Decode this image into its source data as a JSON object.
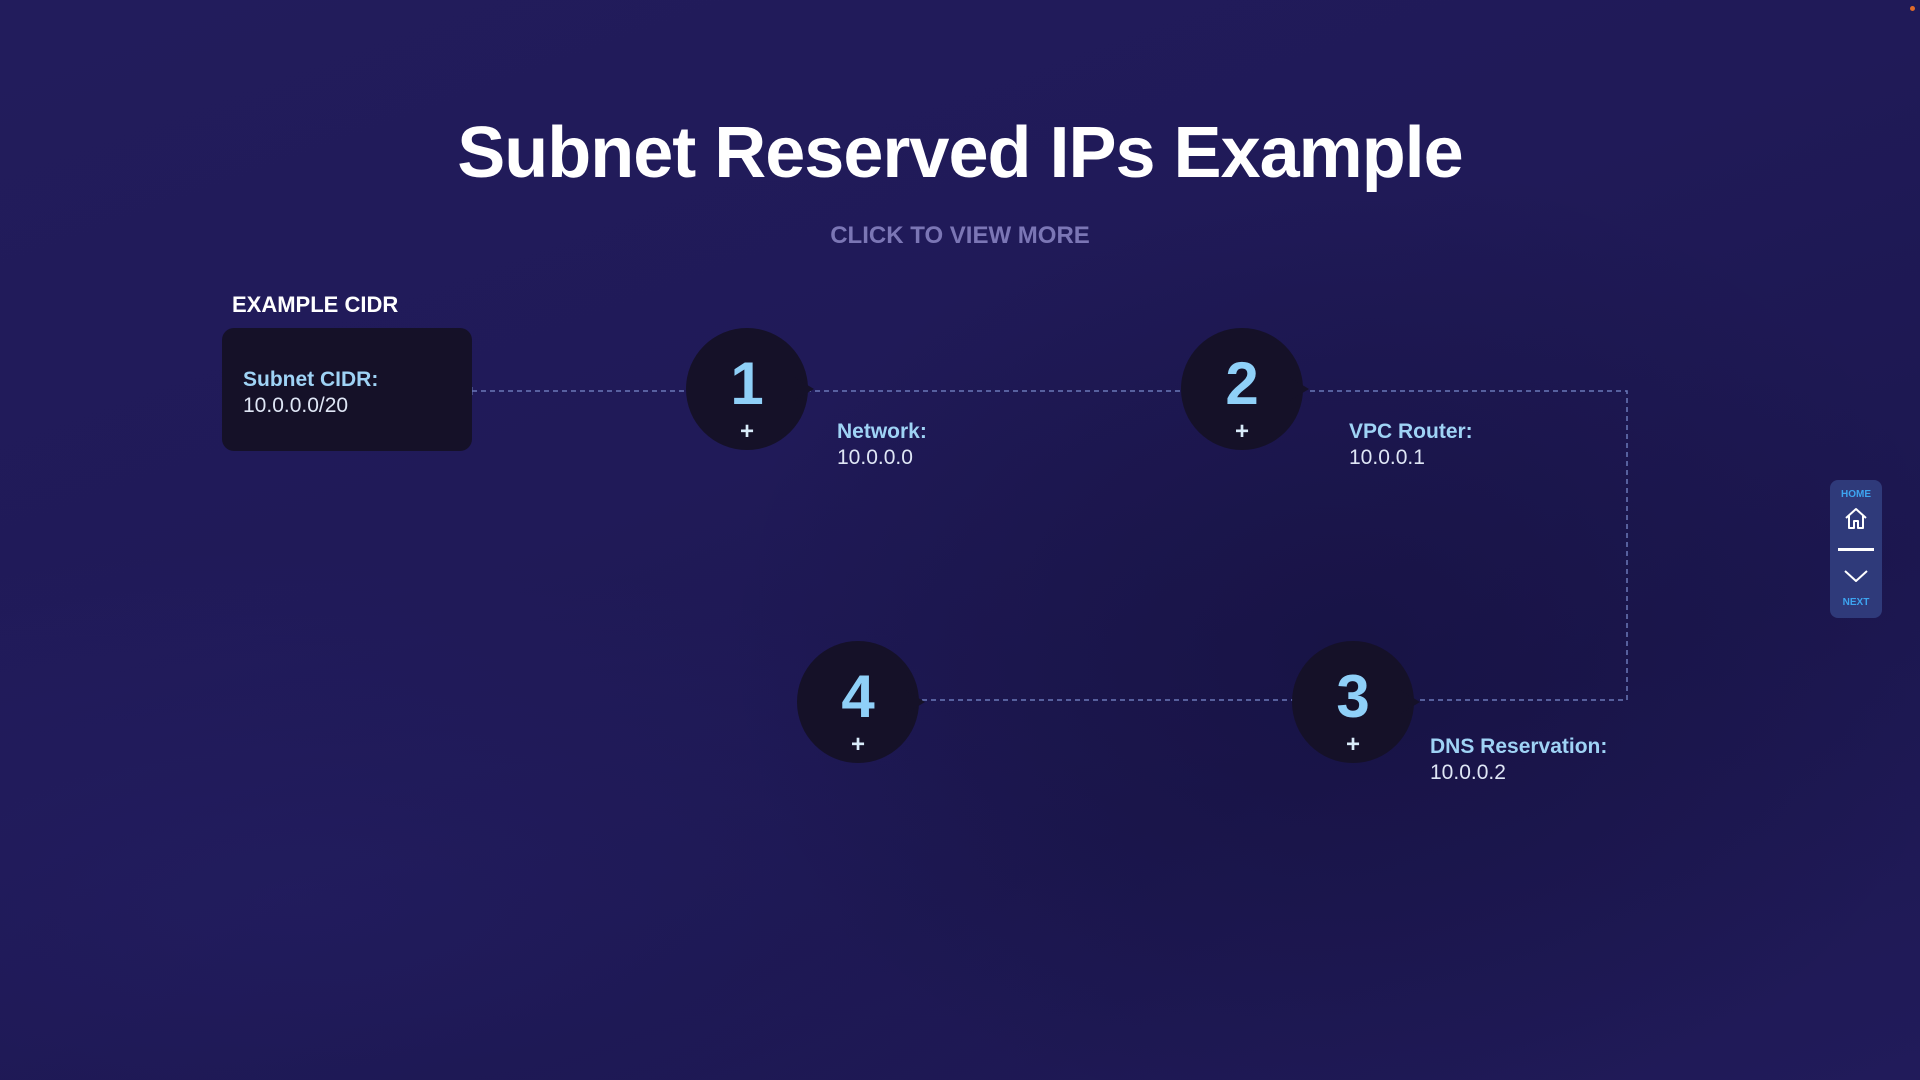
{
  "slide": {
    "title": "Subnet Reserved IPs Example",
    "subtitle": "CLICK TO VIEW MORE"
  },
  "cidr": {
    "heading": "EXAMPLE CIDR",
    "label": "Subnet CIDR:",
    "value": "10.0.0.0/20"
  },
  "steps": [
    {
      "number": "1",
      "expand": "+",
      "label": "Network:",
      "value": "10.0.0.0"
    },
    {
      "number": "2",
      "expand": "+",
      "label": "VPC Router:",
      "value": "10.0.0.1"
    },
    {
      "number": "3",
      "expand": "+",
      "label": "DNS Reservation:",
      "value": "10.0.0.2"
    },
    {
      "number": "4",
      "expand": "+"
    }
  ],
  "nav": {
    "home_label": "HOME",
    "next_label": "NEXT",
    "home_icon": "home-icon",
    "next_icon": "chevron-down-icon"
  },
  "colors": {
    "background": "#211b5a",
    "bubble": "#151128",
    "accent": "#8fd0f8",
    "nav_accent": "#3da4f0",
    "connector": "#6a78b8"
  }
}
